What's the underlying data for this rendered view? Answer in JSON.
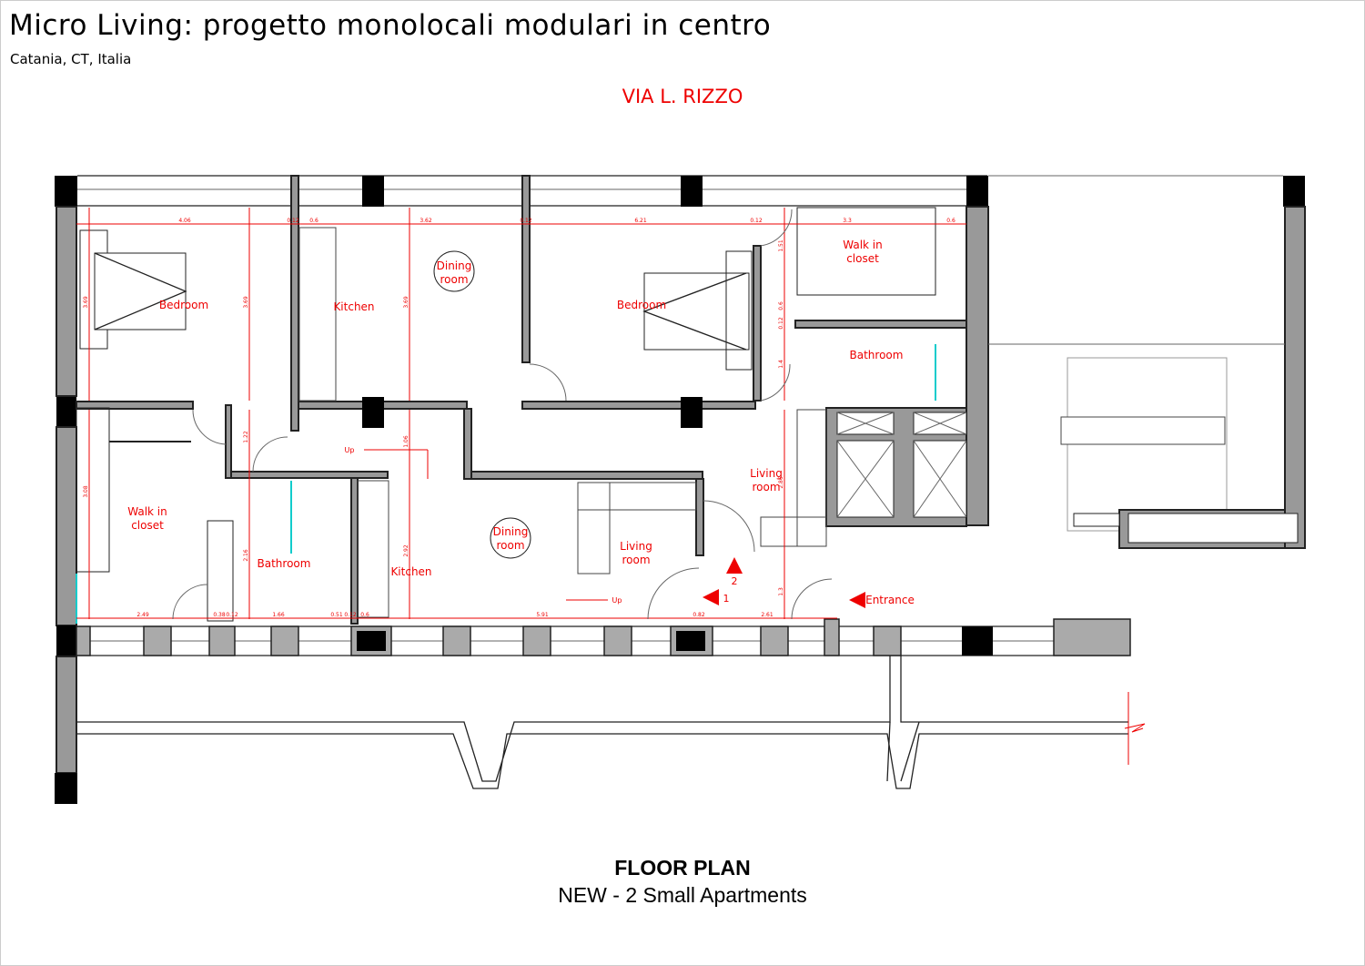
{
  "title": "Micro Living: progetto monolocali modulari in centro",
  "subtitle": "Catania, CT, Italia",
  "street": "VIA L. RIZZO",
  "caption": {
    "heading": "FLOOR  PLAN",
    "subheading": "NEW - 2 Small Apartments"
  },
  "rooms": {
    "bedroom_a": "Bedroom",
    "kitchen_a": "Kitchen",
    "dining_a": [
      "Dining",
      "room"
    ],
    "bedroom_b": "Bedroom",
    "walkin_b": [
      "Walk in",
      "closet"
    ],
    "bathroom_b": "Bathroom",
    "living_b": [
      "Living",
      "room"
    ],
    "walkin_a": [
      "Walk in",
      "closet"
    ],
    "bathroom_a": "Bathroom",
    "kitchen_b": "Kitchen",
    "dining_b": [
      "Dining",
      "room"
    ],
    "living_a": [
      "Living",
      "room"
    ]
  },
  "markers": {
    "up1": "Up",
    "up2": "Up",
    "entrance": "Entrance",
    "door1": "1",
    "door2": "2"
  },
  "dimensions": {
    "top": [
      "4.06",
      "0.12",
      "0.6",
      "3.62",
      "0.12",
      "6.21",
      "0.12",
      "3.3",
      "0.6"
    ],
    "bottom": [
      "2.49",
      "0.38",
      "0.12",
      "1.66",
      "0.51",
      "0.12",
      "0.6",
      "5.91",
      "0.82",
      "2.61"
    ],
    "vertical": [
      "3.69",
      "3.69",
      "3.69",
      "1.51",
      "0.6",
      "0.12",
      "1.4",
      "3.08",
      "1.22",
      "1.06",
      "2.16",
      "2.92",
      "2.86",
      "1.3"
    ]
  },
  "colors": {
    "annotation": "#e00000",
    "wall": "#999999"
  }
}
